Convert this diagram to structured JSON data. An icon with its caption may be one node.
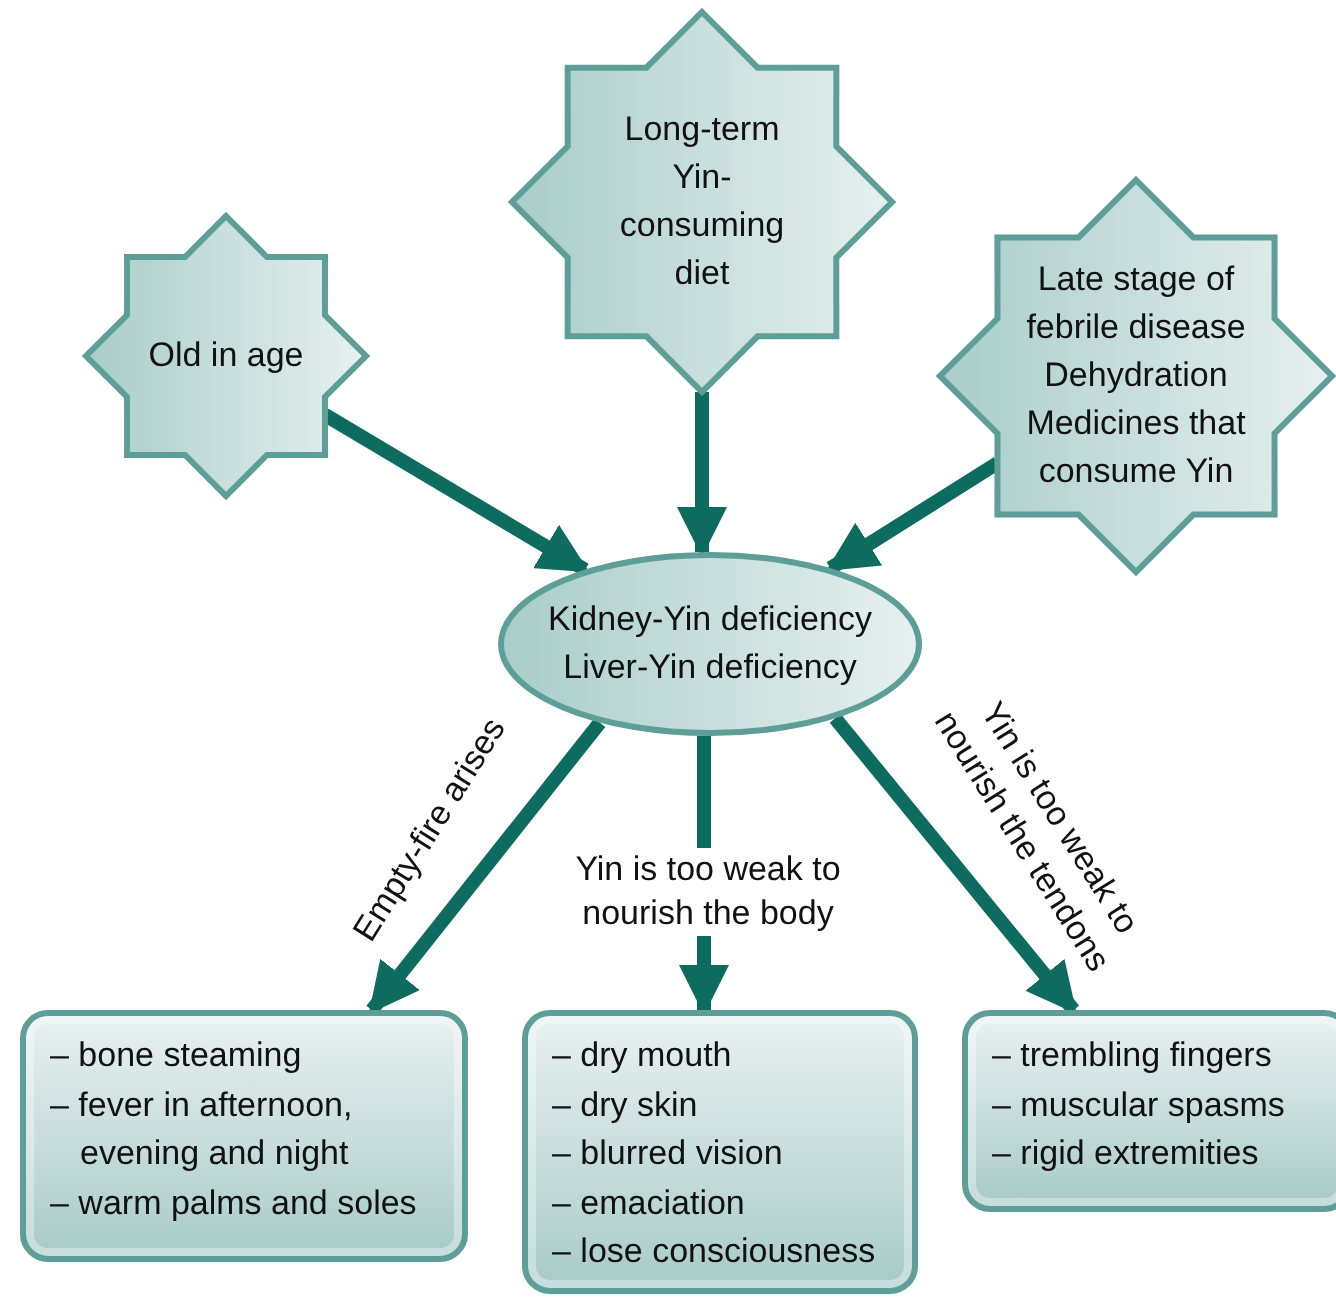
{
  "diagram": {
    "nodes": [
      {
        "text": [
          "Old in age"
        ]
      },
      {
        "text": [
          "Long-term Yin-consuming diet"
        ]
      },
      {
        "text": [
          "Late stage of febrile disease",
          "Dehydration",
          "Medicines that consume Yin"
        ]
      },
      {
        "text": [
          "Kidney-Yin deficiency",
          "Liver-Yin deficiency"
        ]
      },
      {
        "text": [
          "– bone steaming",
          "– fever in afternoon, evening and night",
          "– warm palms and soles"
        ]
      },
      {
        "text": [
          "– dry mouth",
          "– dry skin",
          "– blurred vision",
          "– emaciation",
          "– lose consciousness"
        ]
      },
      {
        "text": [
          "– trembling fingers",
          "– muscular spasms",
          "– rigid extremities"
        ]
      }
    ],
    "edges": [
      {
        "from": 0,
        "to": 3,
        "arrow": "to"
      },
      {
        "from": 1,
        "to": 3,
        "arrow": "to"
      },
      {
        "from": 2,
        "to": 3,
        "arrow": "to"
      },
      {
        "from": 3,
        "to": 4,
        "arrow": "to",
        "label": "Empty-fire arises"
      },
      {
        "from": 3,
        "to": 5,
        "arrow": "to",
        "label": "Yin is too weak to nourish the body"
      },
      {
        "from": 3,
        "to": 6,
        "arrow": "to",
        "label": "Yin is too weak to nourish the tendons"
      }
    ]
  }
}
